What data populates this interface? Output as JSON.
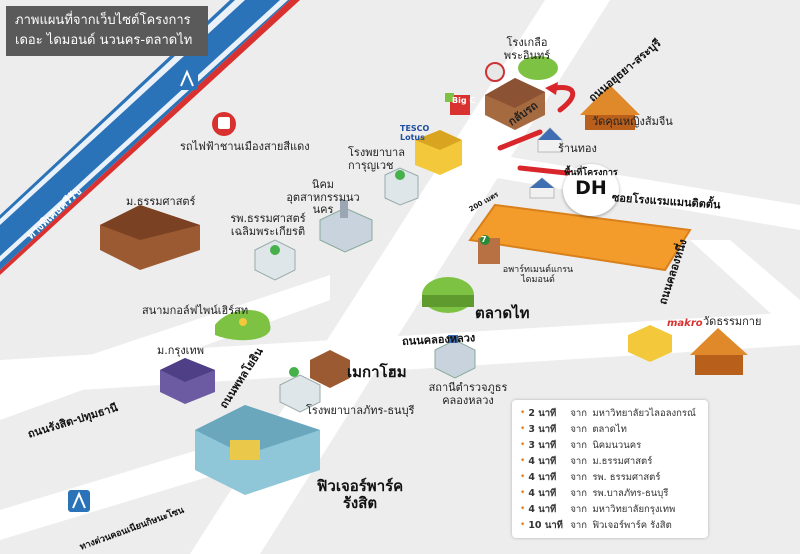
{
  "title": {
    "line1": "ภาพแผนที่จากเว็บไซต์โครงการ",
    "line2": "เดอะ ไดมอนด์ นวนคร-ตลาดไท"
  },
  "project": {
    "tag_small": "พื้นที่โครงการ",
    "tag_big": "DH",
    "building_name": "อพาร์ทเมนต์แกรนไดมอนด์",
    "distance_text": "200 เมตร",
    "plot_color": "#f39c2b"
  },
  "roads": {
    "tollway": "ทางพิเศษศรีรัช",
    "phahonyothin": "ถนนพหลโยธิน",
    "khlong_luang": "ถนนคลองหลวง",
    "khlong_nueng": "ถนนคลองหนึ่ง",
    "rangsit_pathum": "ถนนรังสิต-ปทุมธานี",
    "ayutthaya_saraburi": "ถนนอยุธยา-สระบุรี",
    "kanchanaphisek": "ทางด่วนคอนเนียนกิษนะโซน",
    "soi": "ซอยโรงแรมแมนดิตตั้น"
  },
  "places": {
    "rongklua": "โรงเกลือพระอินทร์",
    "u_turn": "กลับรถ",
    "wat_khunying": "วัดคุณหญิงส้มจีน",
    "ran_thong": "ร้านทอง",
    "red_line": "รถไฟฟ้าชานเมืองสายสีแดง",
    "karunvej": "โรงพยาบาลการุญเวช",
    "navanakorn": "นิคมอุตสาหกรรมนวนคร",
    "thammasat": "ม.ธรรมศาสตร์",
    "thammasat_hospital": "รพ.ธรรมศาสตร์เฉลิมพระเกียรติ",
    "talad_thai": "ตลาดไท",
    "golf": "สนามกอล์ฟไพน์เฮิร์สท",
    "bangkok_univ": "ม.กรุงเทพ",
    "megahome": "เมกาโฮม",
    "police": "สถานีตำรวจภูธรคลองหลวง",
    "patrarat_hospital": "โรงพยาบาลภัทร-ธนบุรี",
    "wat_thammakai": "วัดธรรมกาย",
    "makro": "makro",
    "future_park": "ฟิวเจอร์พาร์ค รังสิต",
    "tesco": "TESCO Lotus",
    "big_c": "Big C",
    "seven_eleven": "7"
  },
  "legend": {
    "from_word": "จาก",
    "rows": [
      {
        "minutes": "2 นาที",
        "place": "มหาวิทยาลัยวไลอลงกรณ์"
      },
      {
        "minutes": "3 นาที",
        "place": "ตลาดไท"
      },
      {
        "minutes": "3 นาที",
        "place": "นิคมนวนคร"
      },
      {
        "minutes": "4 นาที",
        "place": "ม.ธรรมศาสตร์"
      },
      {
        "minutes": "4 นาที",
        "place": "รพ. ธรรมศาสตร์"
      },
      {
        "minutes": "4 นาที",
        "place": "รพ.บาลภัทร-ธนบุรี"
      },
      {
        "minutes": "4 นาที",
        "place": "มหาวิทยาลัยกรุงเทพ"
      },
      {
        "minutes": "10 นาที",
        "place": "ฟิวเจอร์พาร์ค รังสิต"
      }
    ]
  },
  "colors": {
    "background": "#ededed",
    "road": "#ffffff",
    "tollway_blue": "#2b73b9",
    "tollway_red": "#d8312f",
    "arrow_red": "#d8262b",
    "accent_orange": "#e27a1e",
    "hospital_green": "#46b04a",
    "park_green": "#7dc242"
  }
}
